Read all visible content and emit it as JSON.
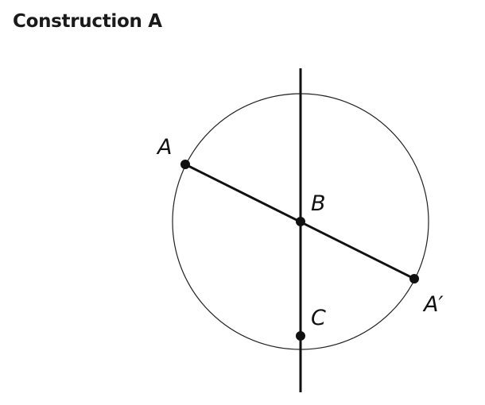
{
  "title": "Construction A",
  "labels": {
    "A": "A",
    "B": "B",
    "C": "C",
    "A_prime": "A′"
  }
}
